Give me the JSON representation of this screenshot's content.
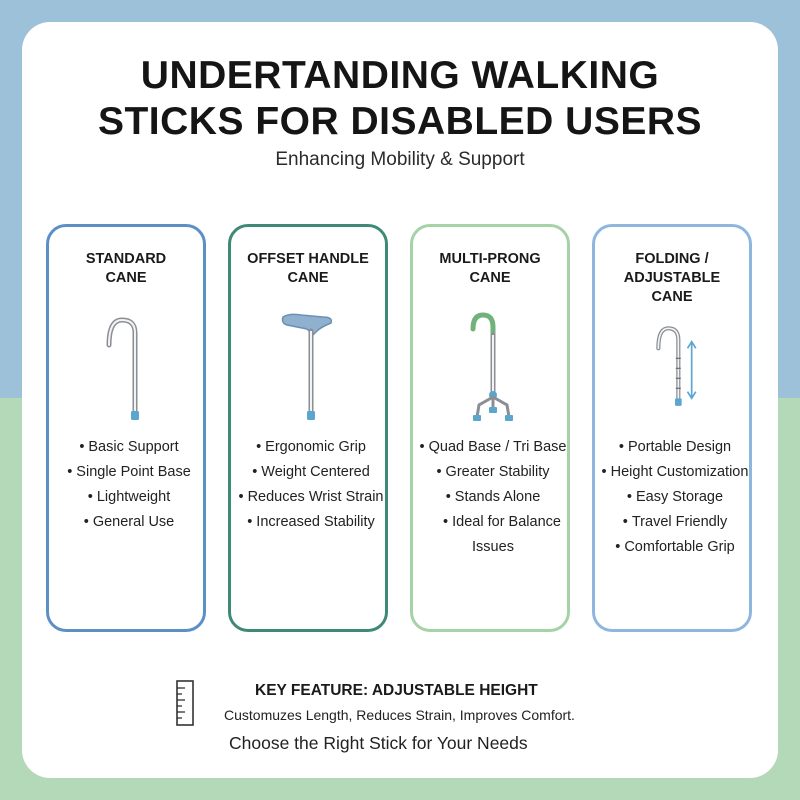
{
  "title_line1": "UNDERTANDING WALKING",
  "title_line2": "STICKS FOR DISABLED USERS",
  "subtitle": "Enhancing Mobility & Support",
  "panels": [
    {
      "title_lines": [
        "STANDARD",
        "CANE"
      ],
      "icon": "standard-cane-icon",
      "features": [
        "Basic Support",
        "Single Point Base",
        "Lightweight",
        "General Use"
      ]
    },
    {
      "title_lines": [
        "OFFSET HANDLE",
        "CANE"
      ],
      "icon": "offset-handle-cane-icon",
      "features": [
        "Ergonomic Grip",
        "Weight Centered",
        "Reduces Wrist Strain",
        "Increased Stability"
      ]
    },
    {
      "title_lines": [
        "MULTI-PRONG",
        "CANE"
      ],
      "icon": "multi-prong-cane-icon",
      "features": [
        "Quad Base / Tri Base",
        "Greater Stability",
        "Stands Alone",
        "Ideal for Balance",
        "Issues"
      ]
    },
    {
      "title_lines": [
        "FOLDING /",
        "ADJUSTABLE",
        "CANE"
      ],
      "icon": "folding-adjustable-cane-icon",
      "features": [
        "Portable Design",
        "Height Customization",
        "Easy Storage",
        "Travel Friendly",
        "Comfortable Grip"
      ]
    }
  ],
  "key_feature": {
    "icon": "ruler-icon",
    "title": "KEY FEATURE: ADJUSTABLE HEIGHT",
    "description": "Customuzes Length, Reduces Strain, Improves Comfort."
  },
  "footer": "Choose the Right Stick for Your Needs",
  "colors": {
    "background_top": "#9ec1da",
    "background_bottom": "#b4d9b8",
    "panel1_border": "#5b8fc6",
    "panel2_border": "#3e8a76",
    "panel3_border": "#a6d2a8",
    "panel4_border": "#8fb7de",
    "cane_tip": "#5aa6cf"
  }
}
